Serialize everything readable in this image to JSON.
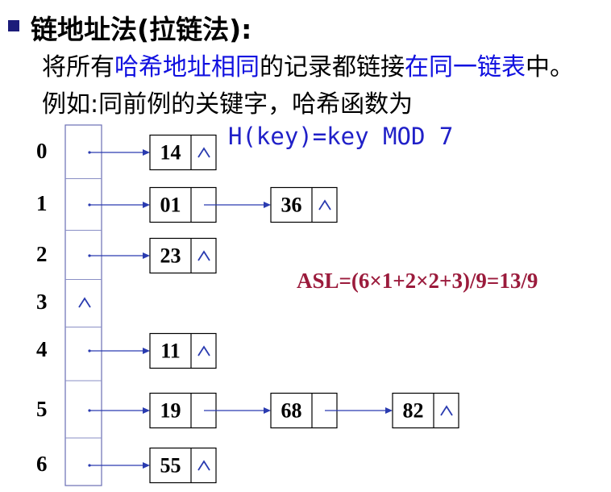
{
  "heading": {
    "title": "链地址法(拉链法):"
  },
  "description": {
    "line1_a": "将所有",
    "line1_hl1": "哈希地址相同",
    "line1_b": "的记录都链接",
    "line1_hl2": "在同一链表",
    "line1_c": "中。",
    "line2": "例如:同前例的关键字，哈希函数为"
  },
  "hash_function": "H(key)=key MOD 7",
  "asl_formula": "ASL=(6×1+2×2+3)/9=13/9",
  "colors": {
    "link_blue": "#2a3bb0",
    "highlight_blue": "#1010e0",
    "asl_red": "#9b1b3c"
  },
  "table": {
    "slots": [
      {
        "index": "0",
        "empty": false,
        "chain": [
          "14"
        ]
      },
      {
        "index": "1",
        "empty": false,
        "chain": [
          "01",
          "36"
        ]
      },
      {
        "index": "2",
        "empty": false,
        "chain": [
          "23"
        ]
      },
      {
        "index": "3",
        "empty": true,
        "chain": []
      },
      {
        "index": "4",
        "empty": false,
        "chain": [
          "11"
        ]
      },
      {
        "index": "5",
        "empty": false,
        "chain": [
          "19",
          "68",
          "82"
        ]
      },
      {
        "index": "6",
        "empty": false,
        "chain": [
          "55"
        ]
      }
    ],
    "null_symbol_icon": "caret-null-icon"
  }
}
